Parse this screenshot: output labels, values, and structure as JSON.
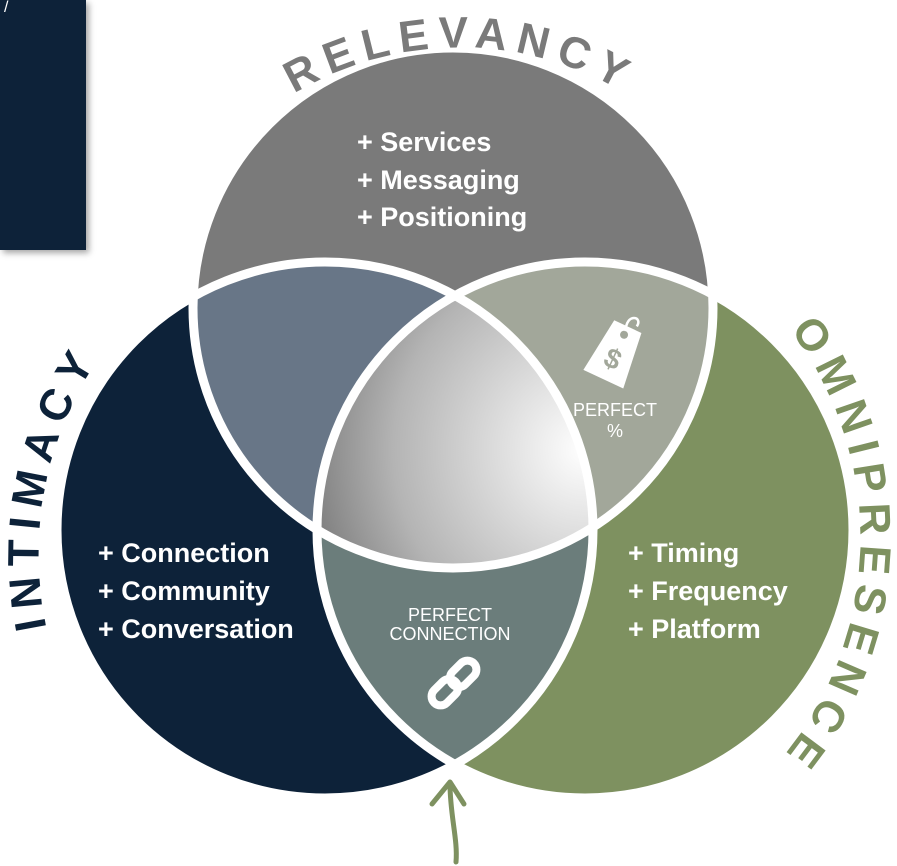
{
  "panel": {
    "glyph": "/"
  },
  "circles": {
    "relevancy": {
      "title": "RELEVANCY",
      "items": [
        "+ Services",
        "+ Messaging",
        "+ Positioning"
      ],
      "color": "#7a7a7a",
      "title_color": "#7a7a7a"
    },
    "intimacy": {
      "title": "INTIMACY",
      "items": [
        "+ Connection",
        "+ Community",
        "+ Conversation"
      ],
      "color": "#0d2239",
      "title_color": "#0d2239"
    },
    "omnipresence": {
      "title": "OMNIPRESENCE",
      "items": [
        "+ Timing",
        "+ Frequency",
        "+ Platform"
      ],
      "color": "#7e9160",
      "title_color": "#7e9160"
    }
  },
  "intersections": {
    "relevancy_omnipresence": {
      "line1": "PERFECT",
      "line2": "%",
      "icon": "price-tag-icon",
      "color": "#a2a79a"
    },
    "intimacy_omnipresence": {
      "line1": "PERFECT",
      "line2": "CONNECTION",
      "icon": "chain-link-icon",
      "color": "#6b7d7b"
    },
    "relevancy_intimacy": {
      "color": "#687687"
    },
    "center": {
      "color": "#9a9a9a"
    }
  },
  "arrow": {
    "color": "#7e9160",
    "icon": "up-arrow-icon"
  }
}
